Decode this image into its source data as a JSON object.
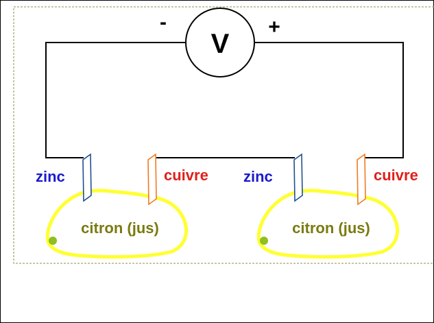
{
  "voltmeter": {
    "symbol": "V",
    "minus": "-",
    "plus": "+"
  },
  "cells": [
    {
      "left_electrode": "zinc",
      "right_electrode": "cuivre",
      "body": "citron (jus)"
    },
    {
      "left_electrode": "zinc",
      "right_electrode": "cuivre",
      "body": "citron (jus)"
    }
  ],
  "colors": {
    "zinc_text": "#1a1acc",
    "cuivre_text": "#e0201a",
    "citron_text": "#7a7a10",
    "lemon_outline": "#ffff33",
    "lemon_tip": "#8fbf20",
    "zinc_plate": "#1f4f8f",
    "cuivre_plate": "#f07a20",
    "dashed_border": "#a8a470"
  }
}
